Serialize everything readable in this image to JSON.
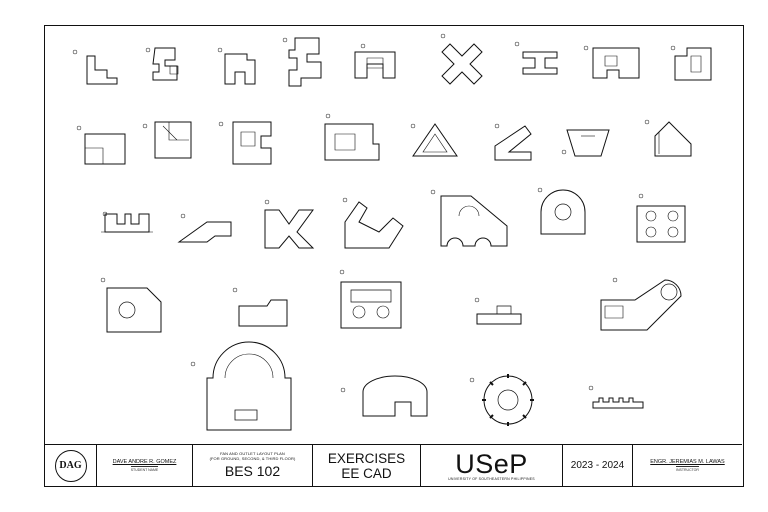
{
  "title_block": {
    "logo_initials": "DAG",
    "student_name": "DAVE ANDRE R. GOMEZ",
    "student_subtitle": "STUDENT NAME",
    "plan_line1": "FAN AND OUTLET LAYOUT PLAN",
    "plan_line2": "(FOR GROUND, SECOND, & THIRD FLOOR)",
    "course_code": "BES 102",
    "title_line1": "EXERCISES",
    "title_line2": "EE CAD",
    "university_abbr": "USeP",
    "university_name": "UNIVERSITY OF SOUTHEASTERN PHILIPPINES",
    "school_year": "2023 - 2024",
    "instructor_name": "ENGR. JEREMIAS M. LAWAS",
    "instructor_subtitle": "INSTRUCTOR"
  },
  "colors": {
    "line": "#111111",
    "background": "#ffffff"
  }
}
